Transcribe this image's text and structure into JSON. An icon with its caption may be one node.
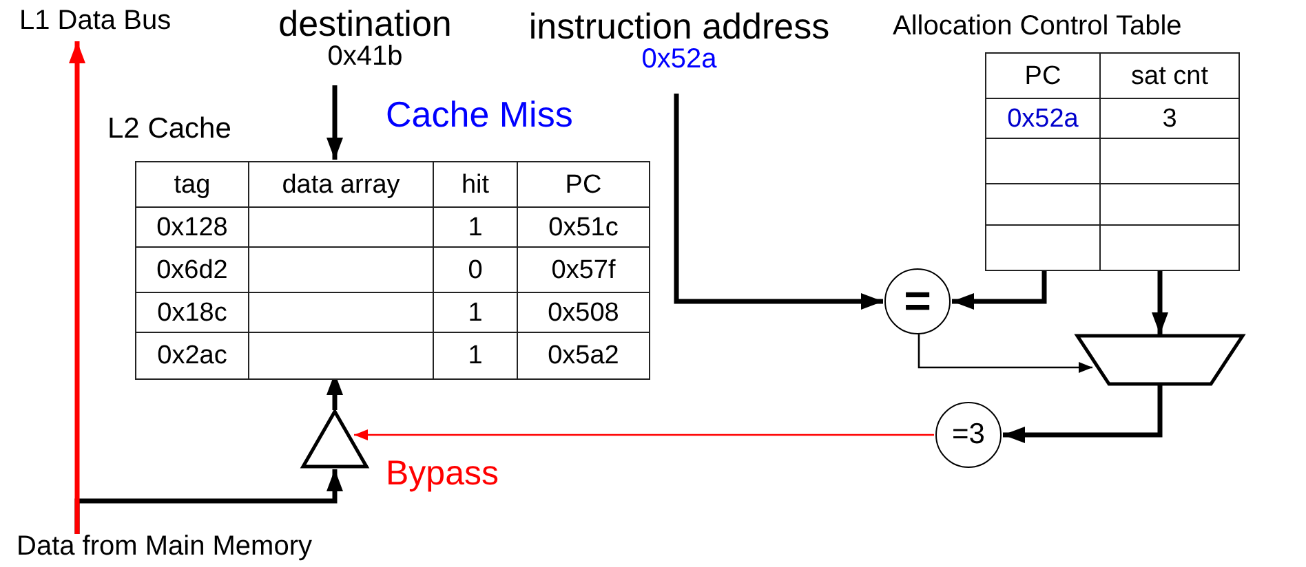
{
  "diagram": {
    "nodes": [
      {
        "text": [
          "L2 Cache"
        ]
      },
      {
        "text": [
          "destination",
          "0x41b"
        ]
      },
      {
        "text": [
          "instruction address",
          "0x52a"
        ]
      },
      {
        "text": [
          "Allocation Control Table"
        ]
      },
      {
        "text": [
          "="
        ]
      },
      {
        "text": [],
        "shape": "trapezoid"
      },
      {
        "text": [
          "=3"
        ]
      },
      {
        "text": [],
        "shape": "triangle"
      },
      {
        "text": [
          "L1 Data Bus"
        ]
      },
      {
        "text": [
          "Data from Main Memory"
        ]
      }
    ],
    "edges": [
      {
        "from": 1,
        "to": 0,
        "arrow": "to"
      },
      {
        "from": 2,
        "to": 4,
        "arrow": "to"
      },
      {
        "from": 3,
        "to": 4,
        "arrow": "to"
      },
      {
        "from": 3,
        "to": 5,
        "arrow": "to"
      },
      {
        "from": 4,
        "to": 5,
        "arrow": "to"
      },
      {
        "from": 5,
        "to": 6,
        "arrow": "to"
      },
      {
        "from": 6,
        "to": 7,
        "arrow": "to",
        "color": "#ff0000",
        "label": "Bypass"
      },
      {
        "from": 7,
        "to": 0,
        "arrow": "to"
      },
      {
        "from": 9,
        "to": 8,
        "arrow": "to",
        "color": "#ff0000"
      },
      {
        "from": 9,
        "to": 7,
        "arrow": "to"
      }
    ],
    "labels": [
      "Cache Miss",
      "tag",
      "data array",
      "hit",
      "PC",
      "0x128",
      "1",
      "0x51c",
      "0x6d2",
      "0",
      "0x57f",
      "0x18c",
      "1",
      "0x508",
      "0x2ac",
      "1",
      "0x5a2",
      "PC",
      "sat cnt",
      "0x52a",
      "3"
    ]
  }
}
